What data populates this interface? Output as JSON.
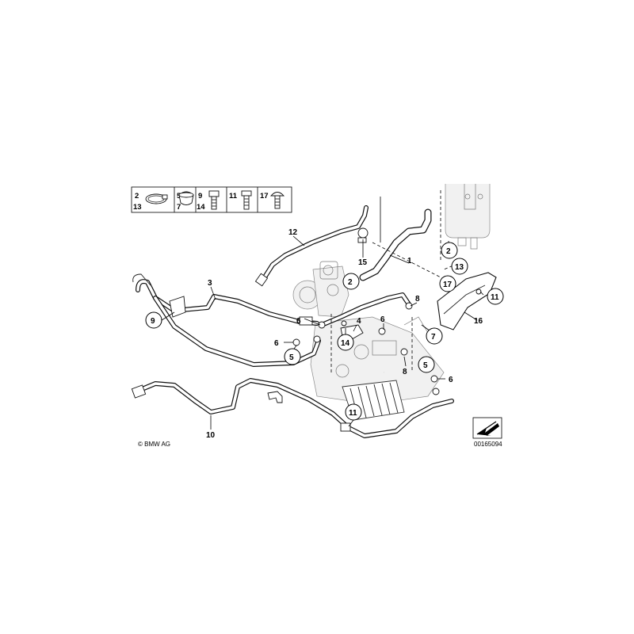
{
  "legend": {
    "groups": [
      {
        "top": "2",
        "bottom": "13",
        "icon": "hose-clamp-icon"
      },
      {
        "top": "5",
        "bottom": "7",
        "icon": "seal-ring-icon"
      },
      {
        "top": "9",
        "bottom": "14",
        "icon": "hex-bolt-icon"
      },
      {
        "top": "11",
        "bottom": "",
        "icon": "bolt-icon"
      },
      {
        "top": "17",
        "bottom": "",
        "icon": "round-head-screw-icon"
      }
    ]
  },
  "callouts": {
    "c1": "1",
    "c2a": "2",
    "c2b": "2",
    "c3": "3",
    "c4": "4",
    "c5a": "5",
    "c5b": "5",
    "c6a": "6",
    "c6b": "6",
    "c6c": "6",
    "c6d": "6",
    "c7a": "7",
    "c7b": "7",
    "c8a": "8",
    "c8b": "8",
    "c9": "9",
    "c10": "10",
    "c11a": "11",
    "c11b": "11",
    "c12": "12",
    "c13": "13",
    "c14": "14",
    "c15": "15",
    "c16": "16",
    "c17": "17"
  },
  "footer": {
    "copyright": "© BMW AG",
    "diagram_number": "00165094"
  },
  "icons": {
    "direction_arrow": "arrow-down-left-icon"
  }
}
